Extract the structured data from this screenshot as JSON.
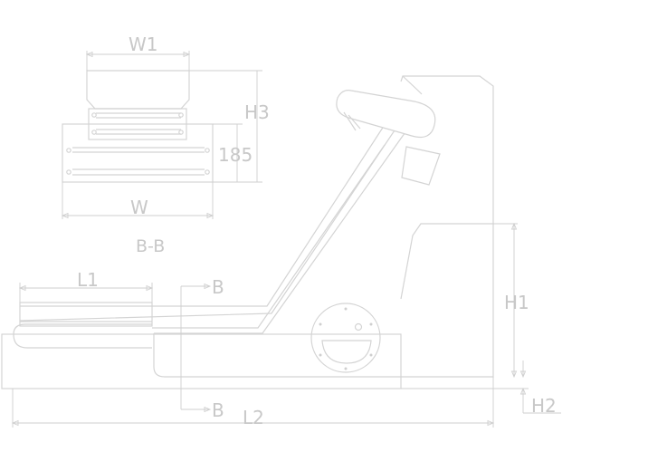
{
  "diagram": {
    "labels": {
      "w1": "W1",
      "h3": "H3",
      "d185": "185",
      "w": "W",
      "section": "B-B",
      "l1": "L1",
      "b_top": "B",
      "b_bottom": "B",
      "h1": "H1",
      "h2": "H2",
      "l2": "L2"
    },
    "colors": {
      "line": "#d4d4d4",
      "text": "#c8c8c8",
      "background": "#ffffff"
    }
  }
}
